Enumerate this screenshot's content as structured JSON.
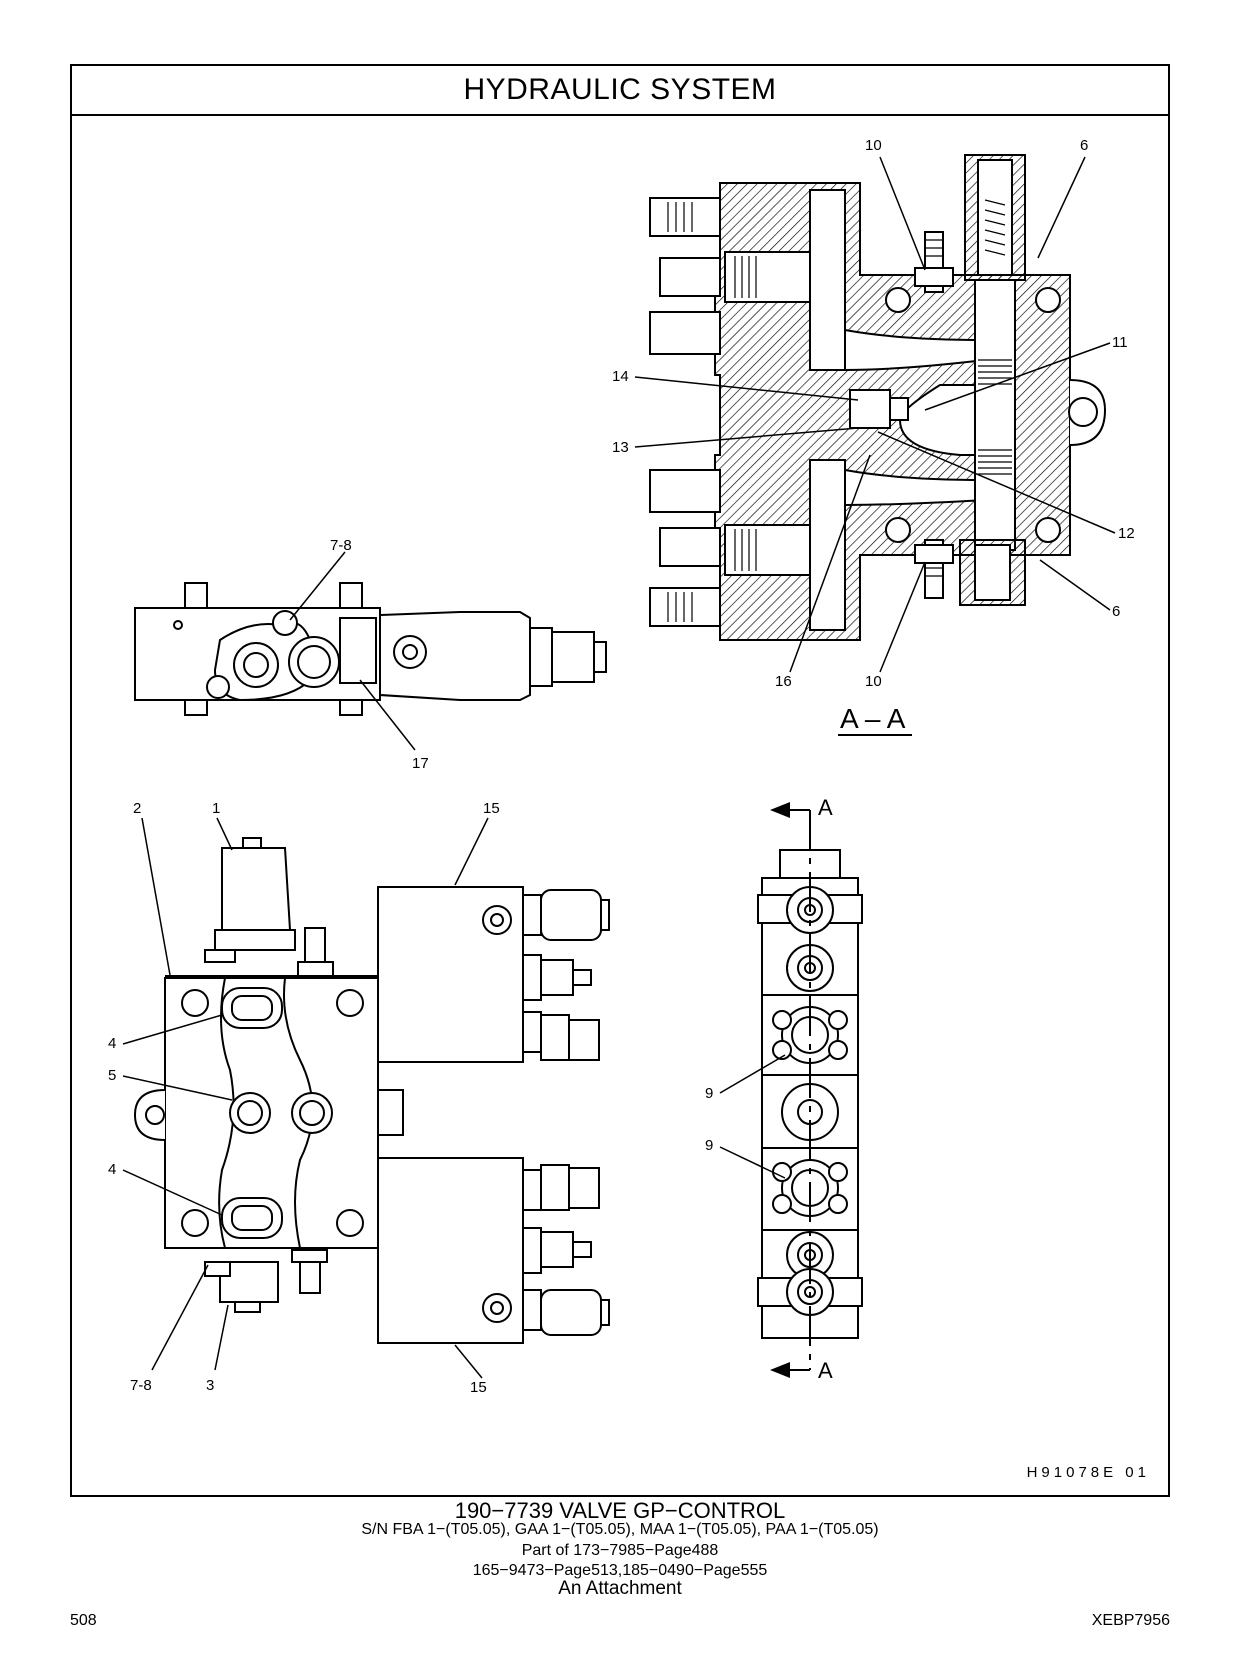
{
  "header": {
    "title": "HYDRAULIC   SYSTEM"
  },
  "figure": {
    "section_label": "A – A",
    "section_arrow_label": "A",
    "figure_code": "H91078E   01",
    "callouts": {
      "c1": "1",
      "c2": "2",
      "c3": "3",
      "c4": "4",
      "c5": "5",
      "c6": "6",
      "c78": "7-8",
      "c9": "9",
      "c10": "10",
      "c11": "11",
      "c12": "12",
      "c13": "13",
      "c14": "14",
      "c15": "15",
      "c16": "16",
      "c17": "17"
    }
  },
  "caption": {
    "part_title": "190−7739  VALVE  GP−CONTROL",
    "serials": "S/N FBA 1−(T05.05), GAA 1−(T05.05), MAA 1−(T05.05), PAA 1−(T05.05)",
    "part_of": "Part of 173−7985−Page488",
    "references": "165−9473−Page513,185−0490−Page555",
    "attachment": "An Attachment"
  },
  "footer": {
    "page_number": "508",
    "doc_code": "XEBP7956"
  }
}
